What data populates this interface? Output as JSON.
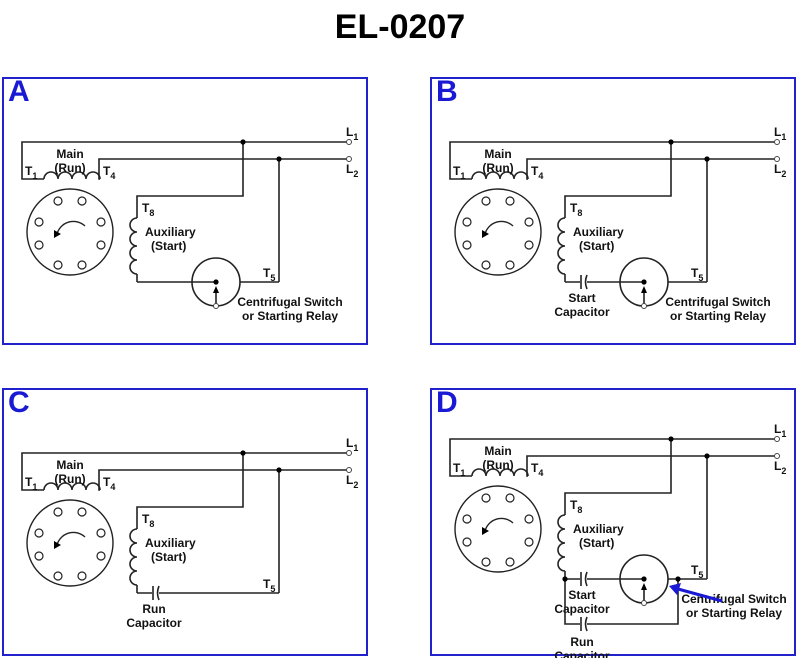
{
  "title": "EL-0207",
  "colors": {
    "panel_border": "#2222cc",
    "panel_label": "#1a1ad4",
    "arrow": "#1a1ad4",
    "wire": "#222222"
  },
  "labels": {
    "main": "Main",
    "run": "(Run)",
    "aux": "Auxiliary",
    "start": "(Start)",
    "t1": "T",
    "t1_sub": "1",
    "t4": "T",
    "t4_sub": "4",
    "t8": "T",
    "t8_sub": "8",
    "t5": "T",
    "t5_sub": "5",
    "l1": "L",
    "l1_sub": "1",
    "l2": "L",
    "l2_sub": "2",
    "switch_line1": "Centrifugal Switch",
    "switch_line2": "or Starting Relay",
    "start_cap_1": "Start",
    "start_cap_2": "Capacitor",
    "run_cap_1": "Run",
    "run_cap_2": "Capacitor"
  },
  "panels": [
    {
      "id": "A",
      "label": "A",
      "variant": "switch"
    },
    {
      "id": "B",
      "label": "B",
      "variant": "start_cap"
    },
    {
      "id": "C",
      "label": "C",
      "variant": "run_cap"
    },
    {
      "id": "D",
      "label": "D",
      "variant": "both"
    }
  ]
}
